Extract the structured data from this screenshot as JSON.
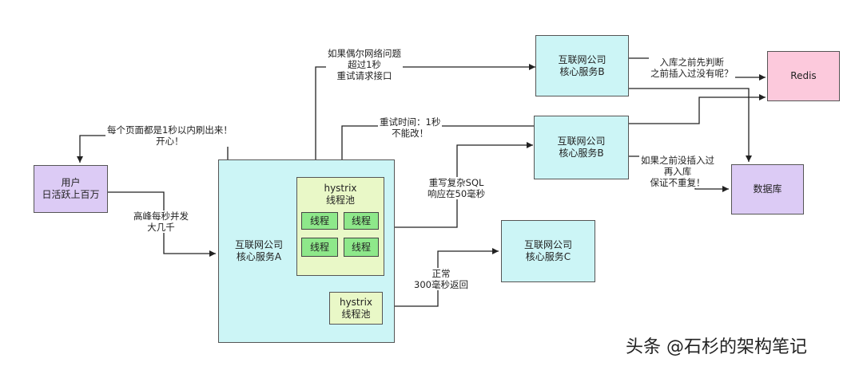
{
  "nodes": {
    "user": {
      "lines": [
        "用户",
        "日活跃上百万"
      ]
    },
    "service_a": {
      "lines": [
        "互联网公司",
        "核心服务A"
      ]
    },
    "pool_main": {
      "lines": [
        "hystrix",
        "线程池"
      ]
    },
    "threads": [
      "线程",
      "线程",
      "线程",
      "线程"
    ],
    "pool_small": {
      "lines": [
        "hystrix",
        "线程池"
      ]
    },
    "service_b_top": {
      "lines": [
        "互联网公司",
        "核心服务B"
      ]
    },
    "service_b_mid": {
      "lines": [
        "互联网公司",
        "核心服务B"
      ]
    },
    "service_c": {
      "lines": [
        "互联网公司",
        "核心服务C"
      ]
    },
    "redis": {
      "lines": [
        "Redis"
      ]
    },
    "database": {
      "lines": [
        "数据库"
      ]
    }
  },
  "labels": {
    "page_load": [
      "每个页面都是1秒以内刷出来！",
      "开心！"
    ],
    "peak": [
      "高峰每秒并发",
      "大几千"
    ],
    "network": [
      "如果偶尔网络问题",
      "超过1秒",
      "重试请求接口"
    ],
    "retry_time": [
      "重试时间：1秒",
      "不能改！"
    ],
    "sql": [
      "重写复杂SQL",
      "响应在50毫秒"
    ],
    "normal": [
      "正常",
      "300毫秒返回"
    ],
    "redis_check": [
      "入库之前先判断",
      "之前插入过没有呢？"
    ],
    "db_insert": [
      "如果之前没插入过",
      "再入库",
      "保证不重复！"
    ]
  },
  "watermark": "头条 @石杉的架构笔记",
  "colors": {
    "service": "#ccf5f6",
    "client": "#dccbf5",
    "cache": "#fcc9dc",
    "pool": "#e9f8c7",
    "thread": "#8ee88a"
  }
}
